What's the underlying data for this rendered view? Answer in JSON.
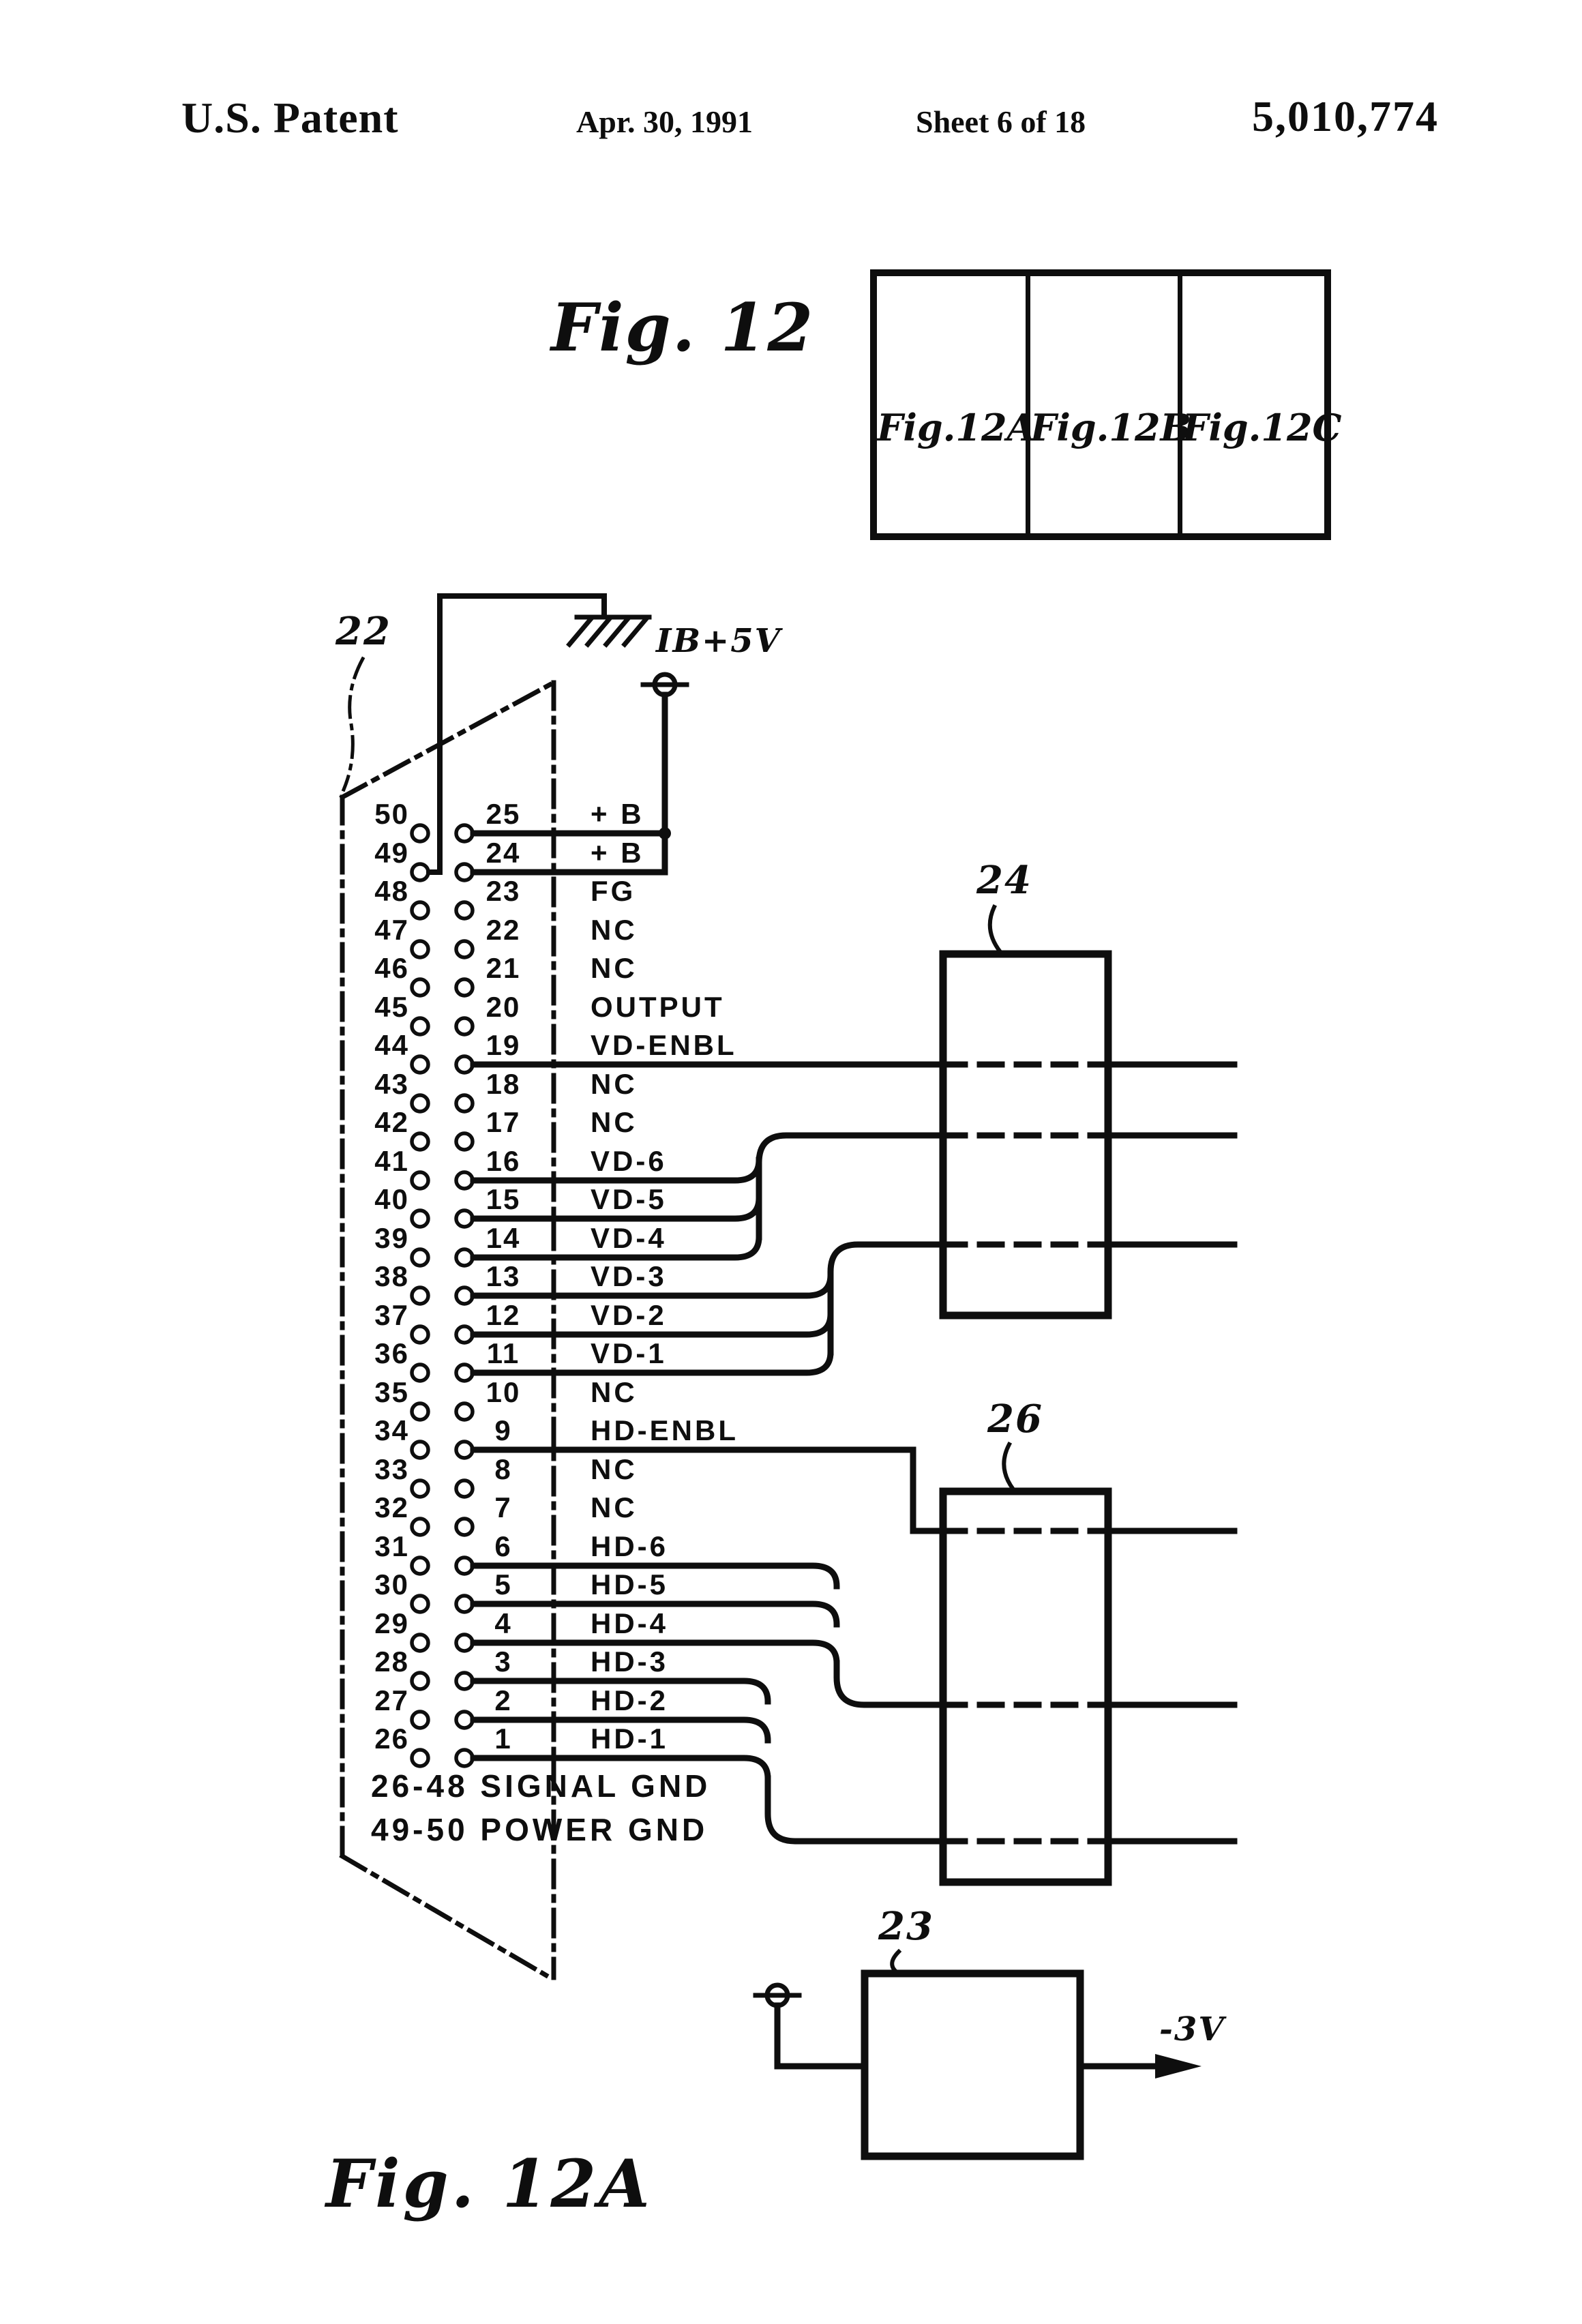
{
  "page": {
    "background": "#ffffff",
    "ink": "#0e0e0e"
  },
  "header": {
    "title": "U.S. Patent",
    "date": "Apr. 30, 1991",
    "sheet": "Sheet 6 of 18",
    "patent_number": "5,010,774"
  },
  "figure": {
    "main_title": "Fig. 12",
    "key_panels": [
      "Fig.12A",
      "Fig.12B",
      "Fig.12C"
    ],
    "sub_figure_label": "Fig. 12A",
    "callouts": {
      "connector": "22",
      "block_upper": "24",
      "block_lower": "26",
      "block_bottom": "23"
    },
    "power_labels": {
      "supply": "IB+5V",
      "negative": "-3V"
    },
    "notes": [
      "26-48 SIGNAL GND",
      "49-50 POWER GND"
    ]
  },
  "connector": {
    "rows": [
      {
        "left": "50",
        "pin": "25",
        "signal": "+ B"
      },
      {
        "left": "49",
        "pin": "24",
        "signal": "+ B"
      },
      {
        "left": "48",
        "pin": "23",
        "signal": "FG"
      },
      {
        "left": "47",
        "pin": "22",
        "signal": "NC"
      },
      {
        "left": "46",
        "pin": "21",
        "signal": "NC"
      },
      {
        "left": "45",
        "pin": "20",
        "signal": "OUTPUT"
      },
      {
        "left": "44",
        "pin": "19",
        "signal": "VD-ENBL"
      },
      {
        "left": "43",
        "pin": "18",
        "signal": "NC"
      },
      {
        "left": "42",
        "pin": "17",
        "signal": "NC"
      },
      {
        "left": "41",
        "pin": "16",
        "signal": "VD-6"
      },
      {
        "left": "40",
        "pin": "15",
        "signal": "VD-5"
      },
      {
        "left": "39",
        "pin": "14",
        "signal": "VD-4"
      },
      {
        "left": "38",
        "pin": "13",
        "signal": "VD-3"
      },
      {
        "left": "37",
        "pin": "12",
        "signal": "VD-2"
      },
      {
        "left": "36",
        "pin": "11",
        "signal": "VD-1"
      },
      {
        "left": "35",
        "pin": "10",
        "signal": "NC"
      },
      {
        "left": "34",
        "pin": "9",
        "signal": "HD-ENBL"
      },
      {
        "left": "33",
        "pin": "8",
        "signal": "NC"
      },
      {
        "left": "32",
        "pin": "7",
        "signal": "NC"
      },
      {
        "left": "31",
        "pin": "6",
        "signal": "HD-6"
      },
      {
        "left": "30",
        "pin": "5",
        "signal": "HD-5"
      },
      {
        "left": "29",
        "pin": "4",
        "signal": "HD-4"
      },
      {
        "left": "28",
        "pin": "3",
        "signal": "HD-3"
      },
      {
        "left": "27",
        "pin": "2",
        "signal": "HD-2"
      },
      {
        "left": "26",
        "pin": "1",
        "signal": "HD-1"
      }
    ]
  }
}
